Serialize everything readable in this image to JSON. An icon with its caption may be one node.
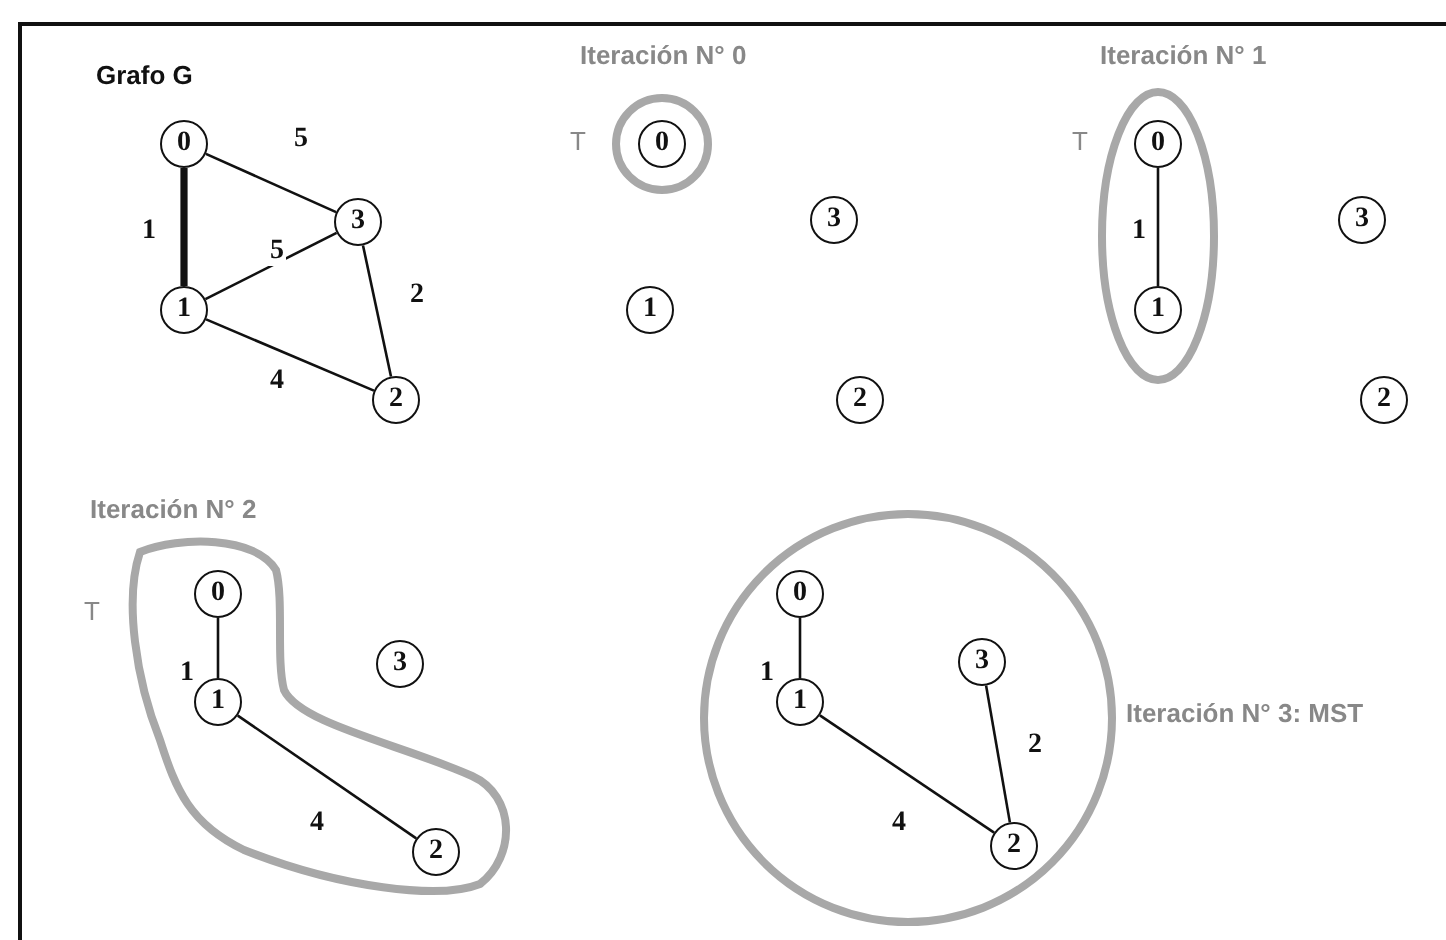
{
  "diagram": {
    "nodes": [
      {
        "text": [
          "0"
        ]
      },
      {
        "text": [
          "3"
        ]
      },
      {
        "text": [
          "1"
        ]
      },
      {
        "text": [
          "2"
        ]
      },
      {
        "text": [],
        "shape": "circle",
        "beside": [
          "T"
        ]
      },
      {
        "text": [
          "0"
        ],
        "in": 4
      },
      {
        "text": [
          "3"
        ]
      },
      {
        "text": [
          "1"
        ]
      },
      {
        "text": [
          "2"
        ]
      },
      {
        "text": [],
        "shape": "ellipse",
        "beside": [
          "T"
        ]
      },
      {
        "text": [
          "0"
        ],
        "in": 9
      },
      {
        "text": [
          "1"
        ],
        "in": 9
      },
      {
        "text": [
          "3"
        ]
      },
      {
        "text": [
          "2"
        ]
      },
      {
        "text": [],
        "shape": "blob",
        "beside": [
          "T"
        ]
      },
      {
        "text": [
          "0"
        ],
        "in": 14
      },
      {
        "text": [
          "3"
        ]
      },
      {
        "text": [
          "1"
        ],
        "in": 14
      },
      {
        "text": [
          "2"
        ],
        "in": 14
      },
      {
        "text": [],
        "shape": "circle",
        "beside": [
          "Iteración N° 3: MST"
        ]
      },
      {
        "text": [
          "0"
        ],
        "in": 19
      },
      {
        "text": [
          "3"
        ],
        "in": 19
      },
      {
        "text": [
          "1"
        ],
        "in": 19
      },
      {
        "text": [
          "2"
        ],
        "in": 19
      }
    ],
    "edges": [
      {
        "from": 0,
        "to": 1,
        "arrow": "none",
        "label": "5"
      },
      {
        "from": 0,
        "to": 2,
        "arrow": "none",
        "label": "1",
        "style": "thick"
      },
      {
        "from": 2,
        "to": 1,
        "arrow": "none",
        "label": "5"
      },
      {
        "from": 1,
        "to": 3,
        "arrow": "none",
        "label": "2"
      },
      {
        "from": 2,
        "to": 3,
        "arrow": "none",
        "label": "4"
      },
      {
        "from": 10,
        "to": 11,
        "arrow": "none",
        "label": "1"
      },
      {
        "from": 15,
        "to": 17,
        "arrow": "none",
        "label": "1"
      },
      {
        "from": 17,
        "to": 18,
        "arrow": "none",
        "label": "4"
      },
      {
        "from": 20,
        "to": 22,
        "arrow": "none",
        "label": "1"
      },
      {
        "from": 21,
        "to": 23,
        "arrow": "none",
        "label": "2"
      },
      {
        "from": 22,
        "to": 23,
        "arrow": "none",
        "label": "4"
      }
    ],
    "labels": [
      "Grafo G",
      "Iteración N° 0",
      "Iteración N° 1",
      "Iteración N° 2"
    ]
  }
}
